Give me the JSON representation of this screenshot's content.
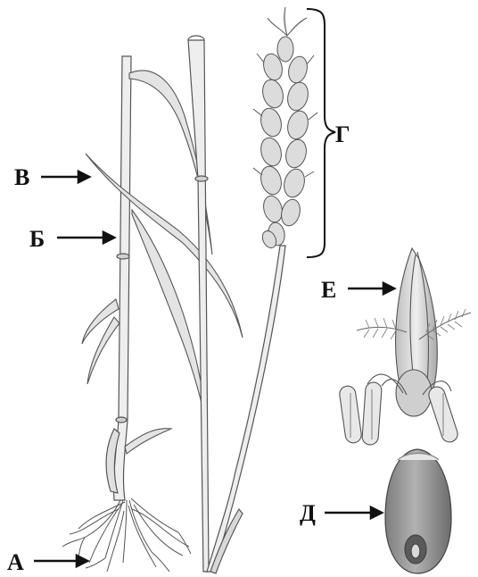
{
  "labels": {
    "roots": "А",
    "stem": "Б",
    "leaf": "В",
    "spike": "Г",
    "grain": "Д",
    "flower": "Е"
  },
  "colors": {
    "ink": "#111111",
    "plant_stroke": "#555555",
    "plant_fill": "#e6e6e6",
    "grain_fill": "#9a9a9a"
  }
}
